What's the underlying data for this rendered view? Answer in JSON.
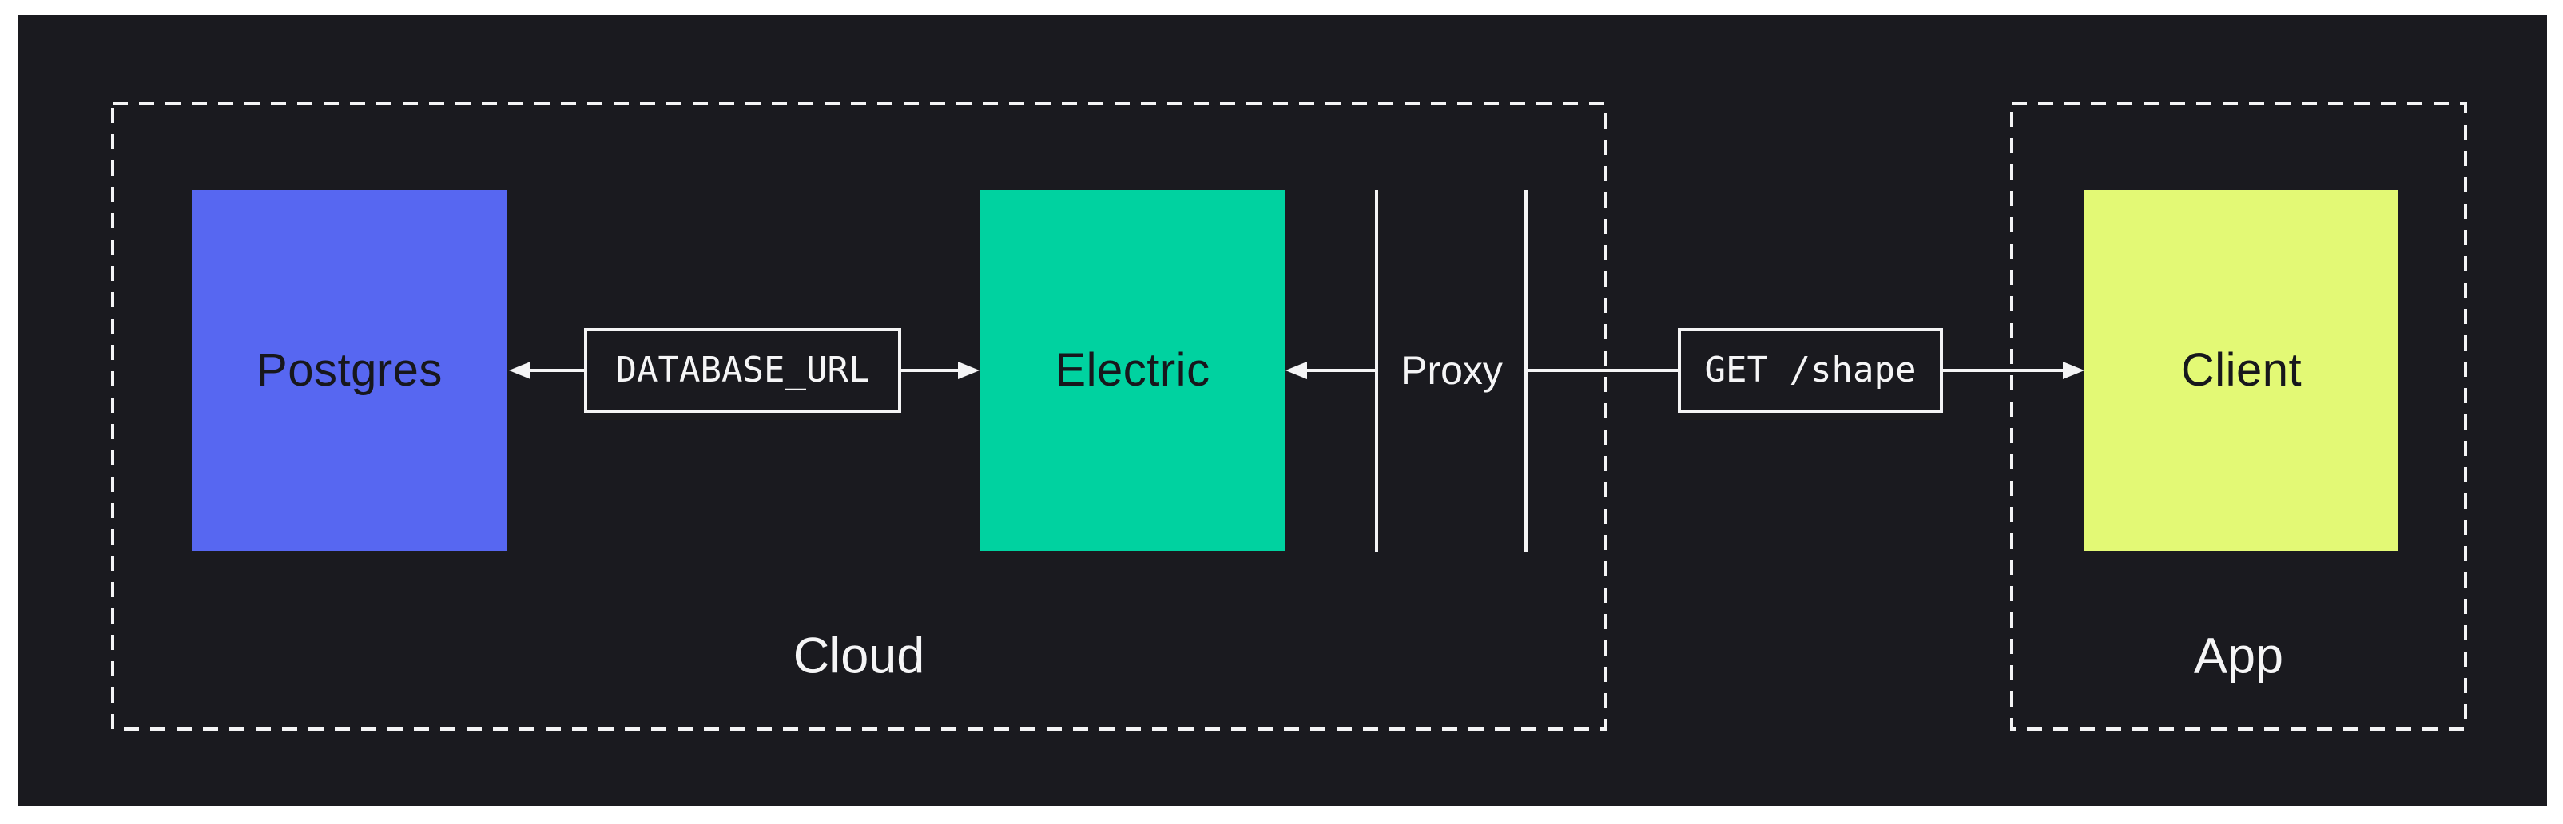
{
  "colors": {
    "canvas": "#1a1a1f",
    "frame": "#ffffff",
    "line": "#f4f4f5",
    "postgres": "#5767f1",
    "electric": "#00d2a0",
    "client": "#e3f975",
    "text-dark": "#17171c",
    "text-light": "#f5f5f6"
  },
  "diagram": {
    "groups": {
      "cloud": {
        "label": "Cloud"
      },
      "app": {
        "label": "App"
      }
    },
    "nodes": {
      "postgres": {
        "label": "Postgres"
      },
      "electric": {
        "label": "Electric"
      },
      "client": {
        "label": "Client"
      }
    },
    "edges": {
      "database_url": {
        "label": "DATABASE_URL"
      },
      "get_shape": {
        "label": "GET /shape"
      },
      "proxy": {
        "label": "Proxy"
      }
    }
  }
}
